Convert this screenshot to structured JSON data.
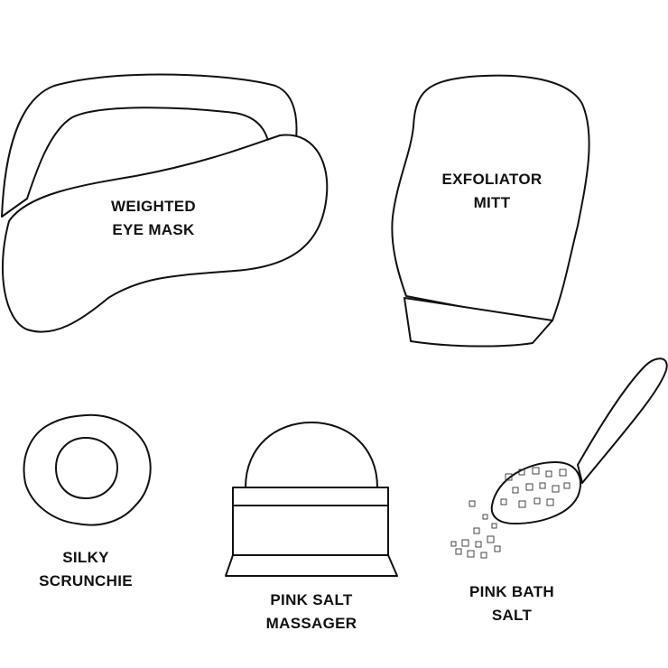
{
  "items": [
    {
      "label_1": "WEIGHTED",
      "label_2": "EYE MASK"
    },
    {
      "label_1": "EXFOLIATOR",
      "label_2": "MITT"
    },
    {
      "label_1": "SILKY",
      "label_2": "SCRUNCHIE"
    },
    {
      "label_1": "PINK SALT",
      "label_2": "MASSAGER"
    },
    {
      "label_1": "PINK BATH",
      "label_2": "SALT"
    }
  ]
}
